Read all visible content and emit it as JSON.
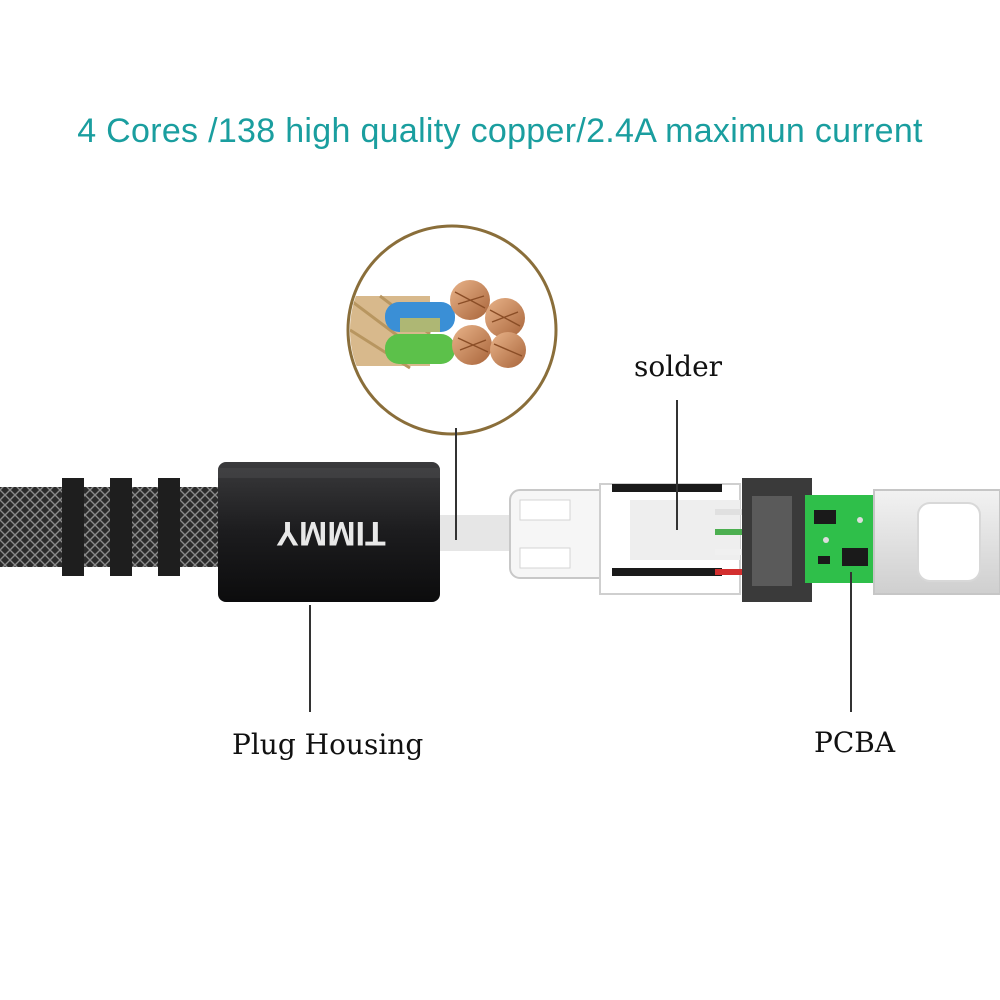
{
  "headline": "4 Cores /138 high quality copper/2.4A maximun current",
  "brand_text": "TIMMY",
  "labels": {
    "solder": "solder",
    "plug_housing": "Plug Housing",
    "pcba": "PCBA"
  },
  "colors": {
    "headline": "#1a9e9f",
    "housing": "#1c1c1e",
    "braid": "#2b2b2b",
    "pcb": "#2fbf4a",
    "copper": "#c98a5a",
    "wire_blue": "#3a8fd6",
    "wire_green": "#5cc14a"
  }
}
